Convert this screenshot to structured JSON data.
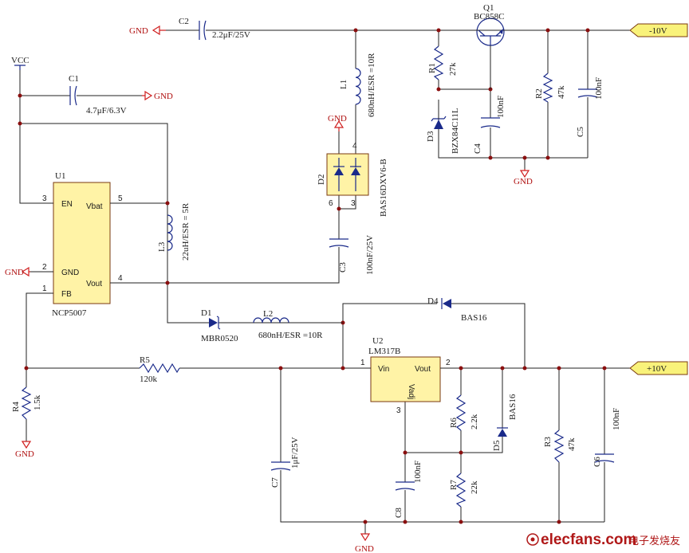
{
  "nets": {
    "vcc": "VCC",
    "gnd": "GND",
    "neg10": "-10V",
    "pos10": "+10V"
  },
  "c1": {
    "ref": "C1",
    "value": "4.7μF/6.3V"
  },
  "c2": {
    "ref": "C2",
    "value": "2.2μF/25V"
  },
  "c3": {
    "ref": "C3",
    "value": "100nF/25V"
  },
  "c4": {
    "ref": "C4",
    "value": "100nF"
  },
  "c5": {
    "ref": "C5",
    "value": "100nF"
  },
  "c6": {
    "ref": "C6",
    "value": "100nF"
  },
  "c7": {
    "ref": "C7",
    "value": "1μF/25V"
  },
  "c8": {
    "ref": "C8",
    "value": "100nF"
  },
  "r1": {
    "ref": "R1",
    "value": "27k"
  },
  "r2": {
    "ref": "R2",
    "value": "47k"
  },
  "r3": {
    "ref": "R3",
    "value": "47k"
  },
  "r4": {
    "ref": "R4",
    "value": "1.5k"
  },
  "r5": {
    "ref": "R5",
    "value": "120k"
  },
  "r6": {
    "ref": "R6",
    "value": "2.2k"
  },
  "r7": {
    "ref": "R7",
    "value": "22k"
  },
  "l1": {
    "ref": "L1",
    "value": "680nH/ESR =10R"
  },
  "l2": {
    "ref": "L2",
    "value": "680nH/ESR =10R"
  },
  "l3": {
    "ref": "L3",
    "value": "22uH/ESR = 5R"
  },
  "d1": {
    "ref": "D1",
    "value": "MBR0520"
  },
  "d2": {
    "ref": "D2",
    "value": "BAS16DXV6-B",
    "pins": [
      "4",
      "6",
      "3"
    ]
  },
  "d3": {
    "ref": "D3",
    "value": "BZX84C11L"
  },
  "d4": {
    "ref": "D4",
    "value": "BAS16"
  },
  "d5": {
    "ref": "D5",
    "value": "BAS16"
  },
  "q1": {
    "ref": "Q1",
    "value": "BC858C"
  },
  "u1": {
    "ref": "U1",
    "part": "NCP5007",
    "pins": [
      "EN",
      "Vbat",
      "GND",
      "Vout",
      "FB"
    ],
    "pin_numbers": [
      "3",
      "5",
      "2",
      "4",
      "1"
    ]
  },
  "u2": {
    "ref": "U2",
    "part": "LM317B",
    "pins": [
      "Vin",
      "Vout",
      "Vadj"
    ],
    "pin_numbers": [
      "1",
      "2",
      "3"
    ]
  },
  "watermark": {
    "site": "elecfans.com",
    "tagline": "电子发烧友"
  }
}
